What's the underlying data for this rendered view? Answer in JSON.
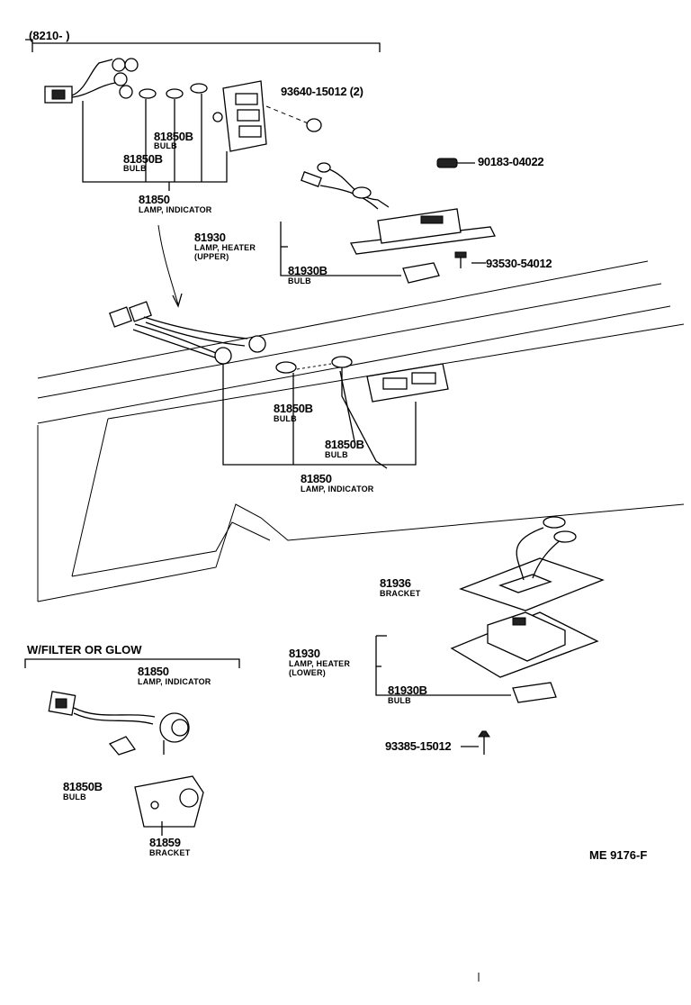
{
  "header_bracket_label": "(8210-      )",
  "filter_section_label": "W/FILTER OR GLOW",
  "figure_code": "ME  9176-F",
  "parts": {
    "p_93640": {
      "number": "93640-15012 (2)",
      "name": ""
    },
    "p_90183": {
      "number": "90183-04022",
      "name": ""
    },
    "p_93530": {
      "number": "93530-54012",
      "name": ""
    },
    "p_93385": {
      "number": "93385-15012",
      "name": ""
    },
    "upper_bulb_a": {
      "number": "81850B",
      "name": "BULB"
    },
    "upper_bulb_b": {
      "number": "81850B",
      "name": "BULB"
    },
    "upper_lamp": {
      "number": "81850",
      "name": "LAMP, INDICATOR"
    },
    "heater_upper": {
      "number": "81930",
      "name": "LAMP, HEATER",
      "sub": "(UPPER)"
    },
    "heater_upper_bulb": {
      "number": "81930B",
      "name": "BULB"
    },
    "mid_bulb_a": {
      "number": "81850B",
      "name": "BULB"
    },
    "mid_bulb_b": {
      "number": "81850B",
      "name": "BULB"
    },
    "mid_lamp": {
      "number": "81850",
      "name": "LAMP, INDICATOR"
    },
    "bracket_81936": {
      "number": "81936",
      "name": "BRACKET"
    },
    "heater_lower": {
      "number": "81930",
      "name": "LAMP, HEATER",
      "sub": "(LOWER)"
    },
    "heater_lower_bulb": {
      "number": "81930B",
      "name": "BULB"
    },
    "filter_lamp": {
      "number": "81850",
      "name": "LAMP, INDICATOR"
    },
    "filter_bulb": {
      "number": "81850B",
      "name": "BULB"
    },
    "bracket_81859": {
      "number": "81859",
      "name": "BRACKET"
    }
  }
}
